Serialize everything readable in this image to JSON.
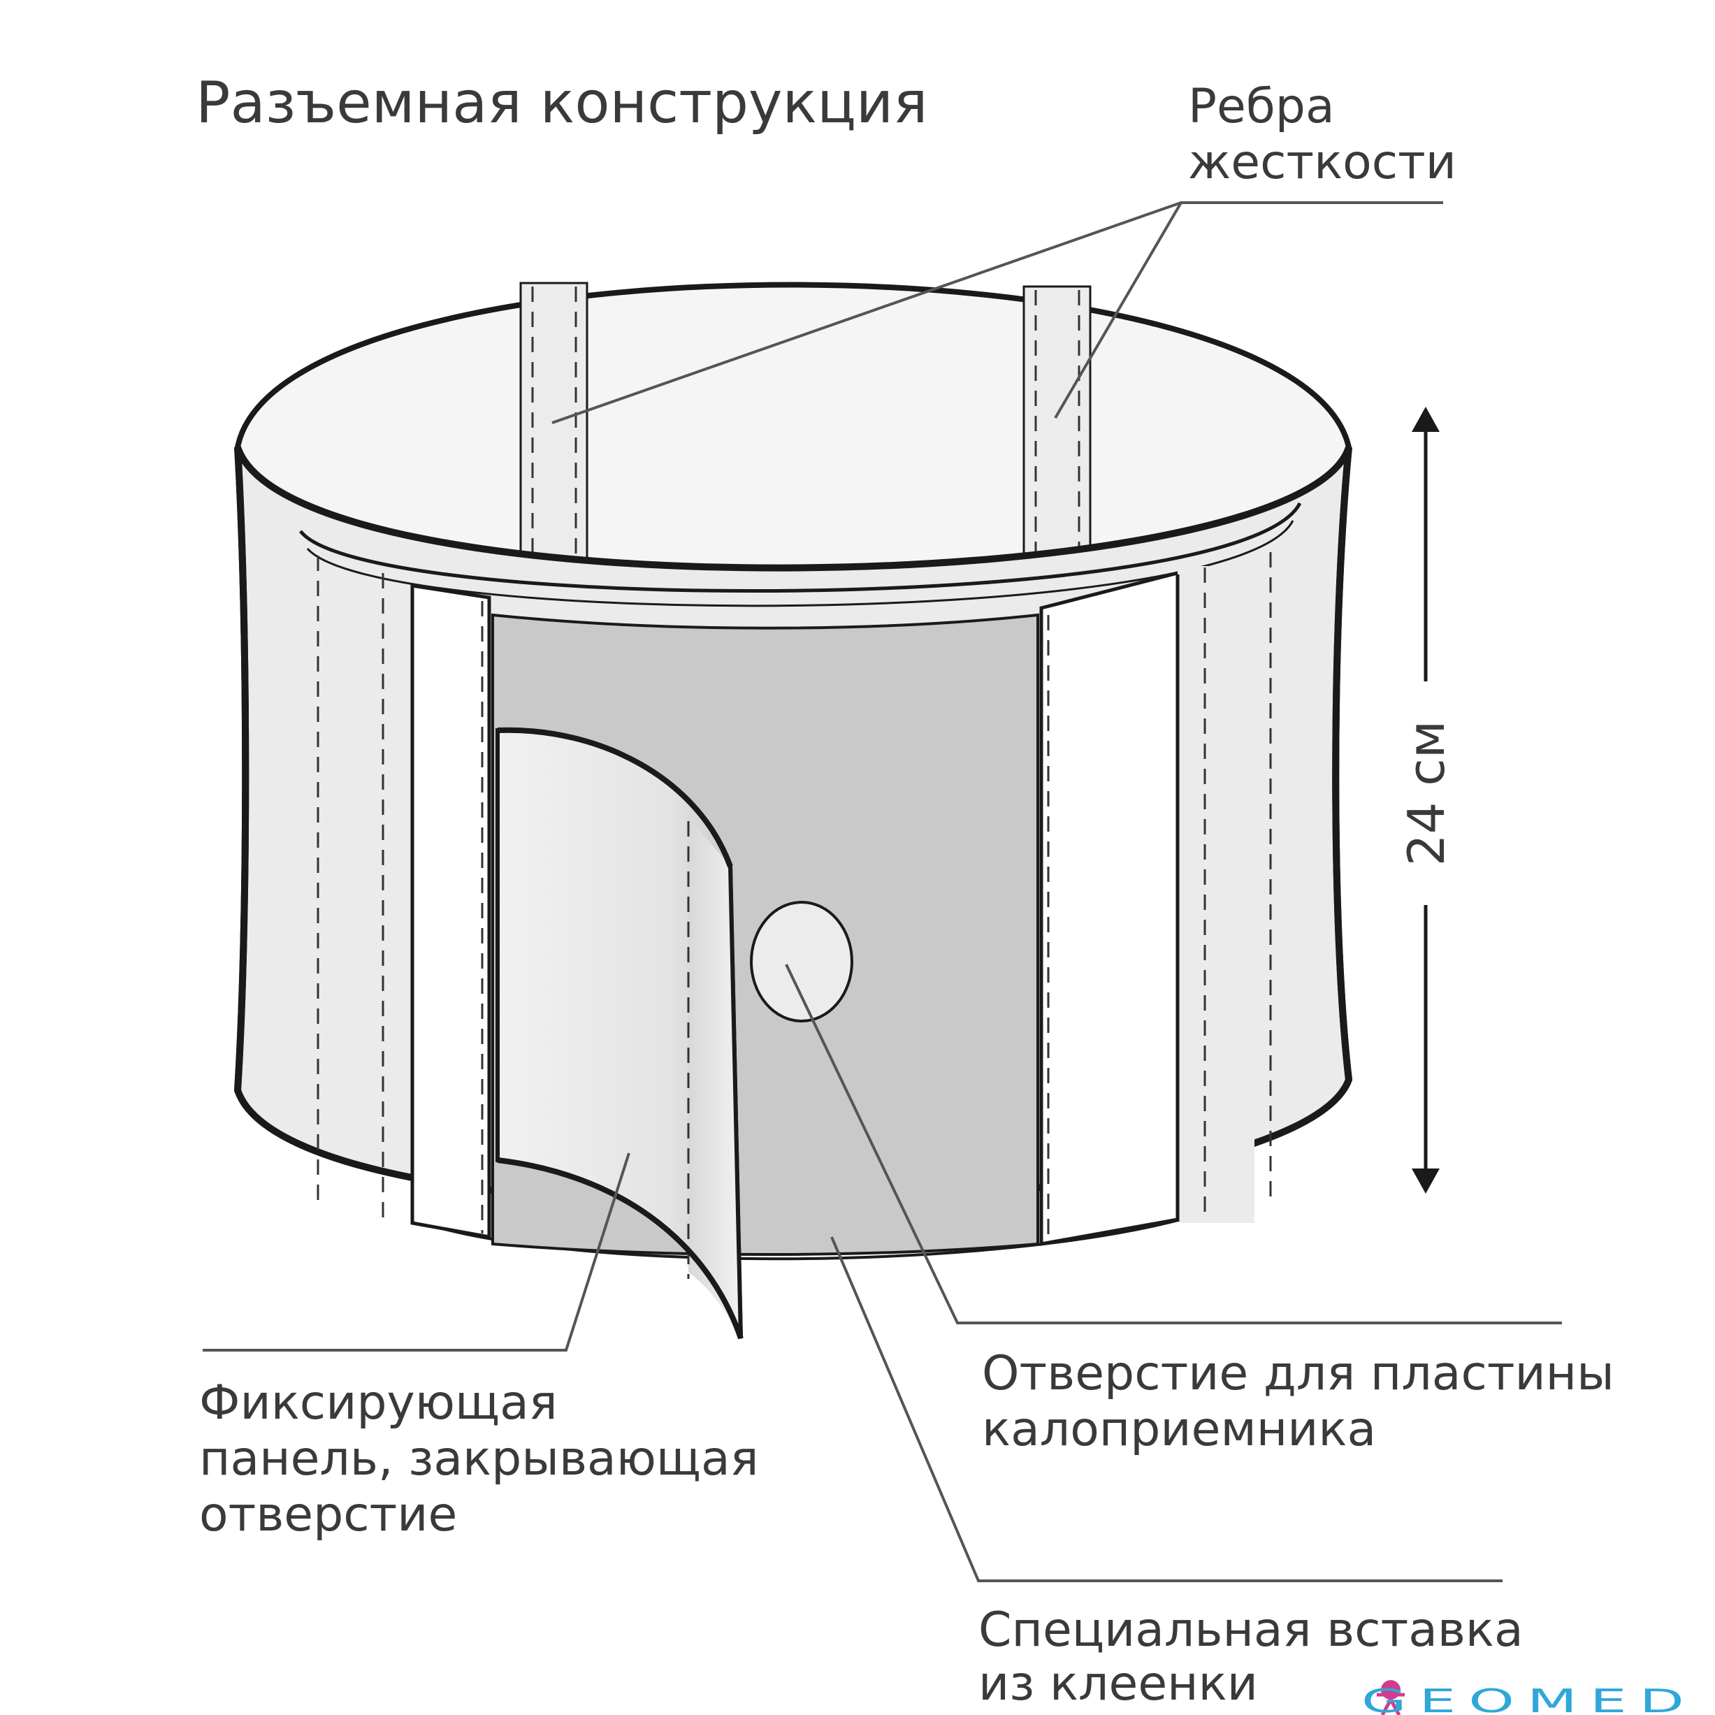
{
  "title": "Разъемная конструкция",
  "labels": {
    "ribs_line1": "Ребра",
    "ribs_line2": "жесткости",
    "dimension": "24 см",
    "panel_line1": "Фиксирующая",
    "panel_line2": "панель, закрывающая",
    "panel_line3": "отверстие",
    "hole_line1": "Отверстие для пластины",
    "hole_line2": "калоприемника",
    "insert_line1": "Специальная вставка",
    "insert_line2": "из клеенки"
  },
  "logo": {
    "text": "GEOMED"
  },
  "colors": {
    "outline": "#1a1a1a",
    "belt_fill": "#ebebeb",
    "inner_fill": "#f4f4f4",
    "insert_fill": "#c9c9c9",
    "leader": "#555555",
    "text": "#3a3a3a",
    "logo_blue": "#2fa7d8",
    "logo_pink": "#d23c8c"
  }
}
